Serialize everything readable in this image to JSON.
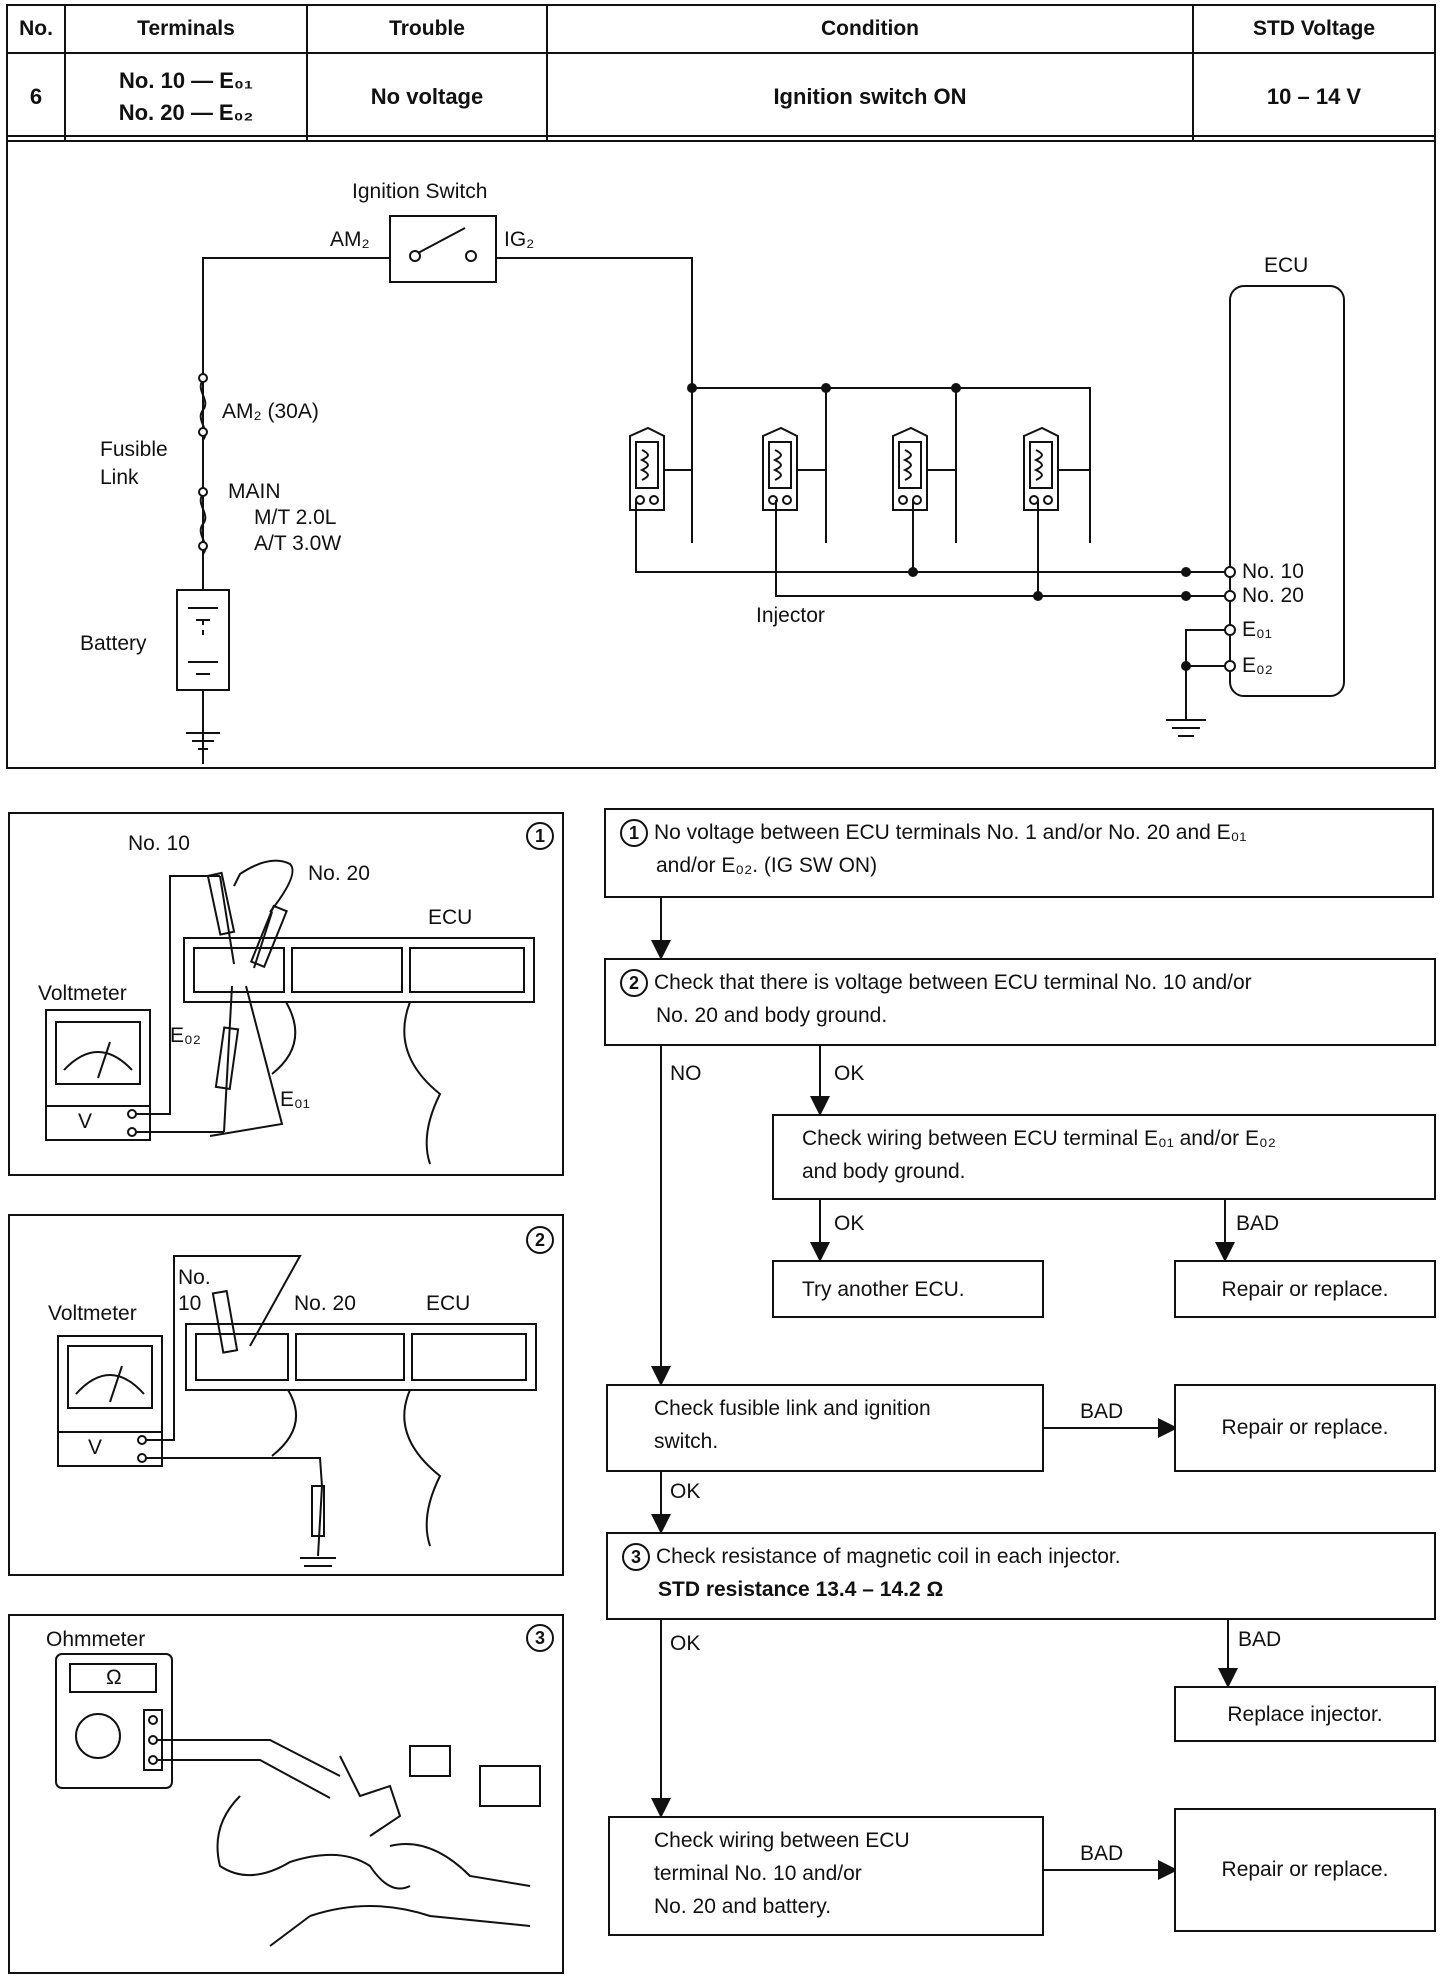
{
  "table": {
    "headers": [
      "No.",
      "Terminals",
      "Trouble",
      "Condition",
      "STD Voltage"
    ],
    "row": {
      "no": "6",
      "terminal1": "No. 10  —  E₀₁",
      "terminal2": "No. 20  —  E₀₂",
      "trouble": "No voltage",
      "condition": "Ignition switch ON",
      "std_voltage": "10 – 14 V"
    }
  },
  "circuit": {
    "ignition_switch": "Ignition Switch",
    "am2": "AM₂",
    "ig2": "IG₂",
    "fuse_am2": "AM₂ (30A)",
    "fusible_link_1": "Fusible",
    "fusible_link_2": "Link",
    "main": "MAIN",
    "mt": "M/T  2.0L",
    "at": "A/T  3.0W",
    "battery": "Battery",
    "injector": "Injector",
    "ecu": "ECU",
    "no10": "No. 10",
    "no20": "No. 20",
    "e01": "E₀₁",
    "e02": "E₀₂"
  },
  "panels": {
    "p1": {
      "num": "1",
      "no10": "No. 10",
      "no20": "No. 20",
      "ecu": "ECU",
      "voltmeter": "Voltmeter",
      "e02": "E₀₂",
      "e01": "E₀₁",
      "v": "V"
    },
    "p2": {
      "num": "2",
      "no_a": "No.",
      "no_b": "10",
      "no20": "No. 20",
      "ecu": "ECU",
      "voltmeter": "Voltmeter",
      "v": "V"
    },
    "p3": {
      "num": "3",
      "ohmmeter": "Ohmmeter",
      "omega": "Ω"
    }
  },
  "flow": {
    "s1_num": "1",
    "s1_line1": "No voltage between ECU terminals No. 1 and/or No. 20 and E₀₁",
    "s1_line2": "and/or E₀₂.  (IG SW ON)",
    "s2_num": "2",
    "s2_line1": "Check that there is voltage between ECU terminal No. 10 and/or",
    "s2_line2": "No. 20 and body ground.",
    "no_label": "NO",
    "ok_label_1": "OK",
    "wiring_line1": "Check wiring between ECU terminal E₀₁ and/or E₀₂",
    "wiring_line2": "and body ground.",
    "ok_label_2": "OK",
    "bad_label_1": "BAD",
    "try_ecu": "Try another ECU.",
    "repair_1": "Repair or replace.",
    "fusible_line1": "Check fusible link and ignition",
    "fusible_line2": "switch.",
    "bad_label_2": "BAD",
    "repair_2": "Repair or replace.",
    "ok_label_3": "OK",
    "s3_num": "3",
    "s3_line1": "Check resistance of magnetic coil in each injector.",
    "s3_line2": "STD resistance  13.4 – 14.2 Ω",
    "ok_label_4": "OK",
    "bad_label_3": "BAD",
    "replace_injector": "Replace injector.",
    "batt_line1": "Check wiring between ECU",
    "batt_line2": "terminal No. 10 and/or",
    "batt_line3": "No. 20 and battery.",
    "bad_label_4": "BAD",
    "repair_3": "Repair or replace."
  }
}
